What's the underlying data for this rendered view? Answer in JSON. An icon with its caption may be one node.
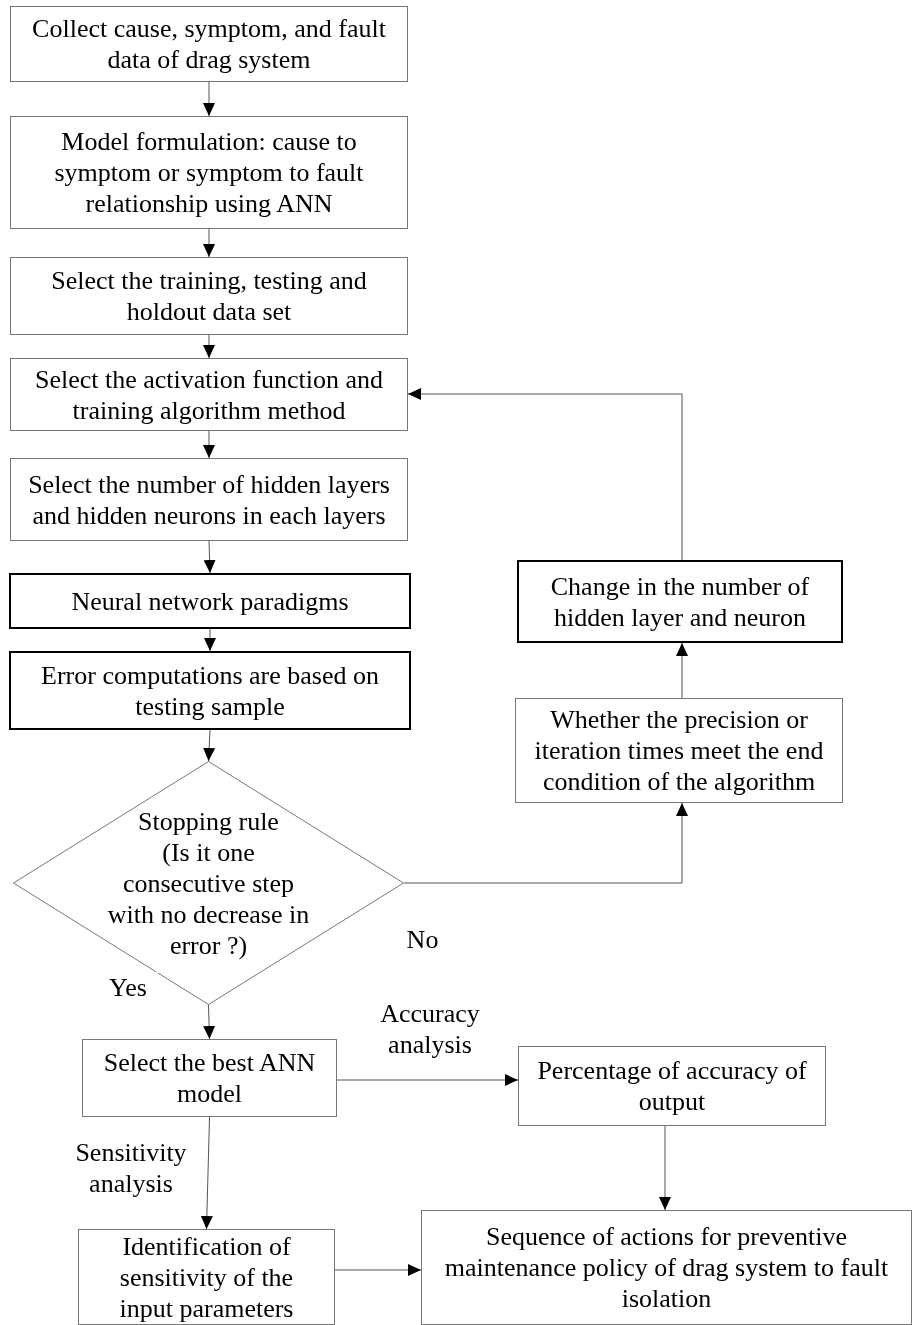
{
  "diagram": {
    "nodes": [
      {
        "text": [
          "Collect cause, symptom, and fault data of drag system"
        ]
      },
      {
        "text": [
          "Model formulation: cause to symptom or symptom to fault relationship using ANN"
        ]
      },
      {
        "text": [
          "Select the training,  testing   and holdout data set"
        ]
      },
      {
        "text": [
          "Select the activation function and training algorithm method"
        ]
      },
      {
        "text": [
          "Select the number of hidden layers and hidden neurons in each layers"
        ]
      },
      {
        "text": [
          "Neural network paradigms"
        ]
      },
      {
        "text": [
          "Error computations are based on testing sample"
        ]
      },
      {
        "text": [
          "Stopping rule",
          "(Is it one consecutive step with no decrease in error ?)"
        ]
      },
      {
        "text": [
          "Select the best ANN model"
        ]
      },
      {
        "text": [
          "Percentage of accuracy of output"
        ]
      },
      {
        "text": [
          "Identification of sensitivity of the input parameters"
        ]
      },
      {
        "text": [
          "Sequence of actions for preventive maintenance policy of drag system  to fault isolation"
        ]
      },
      {
        "text": [
          "Whether the precision or iteration times meet the end condition of the algorithm"
        ]
      },
      {
        "text": [
          "Change in the number of hidden layer and neuron"
        ]
      }
    ],
    "edges": [
      {
        "from": 0,
        "to": 1,
        "arrow": "to"
      },
      {
        "from": 1,
        "to": 2,
        "arrow": "to"
      },
      {
        "from": 2,
        "to": 3,
        "arrow": "to"
      },
      {
        "from": 3,
        "to": 4,
        "arrow": "to"
      },
      {
        "from": 4,
        "to": 5,
        "arrow": "to"
      },
      {
        "from": 5,
        "to": 6,
        "arrow": "to"
      },
      {
        "from": 6,
        "to": 7,
        "arrow": "to"
      },
      {
        "from": 7,
        "to": 8,
        "arrow": "to",
        "label": "Yes"
      },
      {
        "from": 7,
        "to": 12,
        "arrow": "to",
        "label": "No"
      },
      {
        "from": 12,
        "to": 13,
        "arrow": "to"
      },
      {
        "from": 13,
        "to": 3,
        "arrow": "to"
      },
      {
        "from": 8,
        "to": 9,
        "arrow": "to",
        "label": "Accuracy analysis"
      },
      {
        "from": 8,
        "to": 10,
        "arrow": "to",
        "label": "Sensitivity analysis"
      },
      {
        "from": 9,
        "to": 11,
        "arrow": "to"
      },
      {
        "from": 10,
        "to": 11,
        "arrow": "to"
      }
    ]
  }
}
